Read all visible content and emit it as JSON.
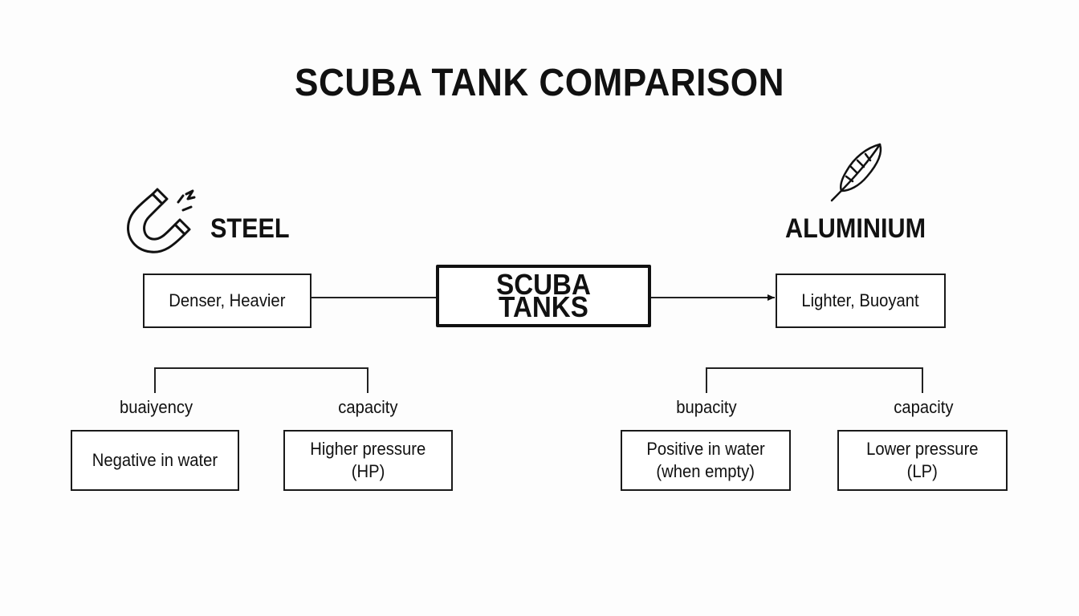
{
  "title": "SCUBA TANK COMPARISON",
  "center": {
    "label": "SCUBA TANKS"
  },
  "steel": {
    "heading": "STEEL",
    "icon": "magnet-icon",
    "summary": "Denser, Heavier",
    "branches": [
      {
        "label": "buaiyency",
        "value": "Negative in water"
      },
      {
        "label": "capacity",
        "value_line1": "Higher pressure",
        "value_line2": "(HP)"
      }
    ]
  },
  "aluminium": {
    "heading": "ALUMINIUM",
    "icon": "feather-icon",
    "summary": "Lighter, Buoyant",
    "branches": [
      {
        "label": "bupacity",
        "value_line1": "Positive in water",
        "value_line2": "(when empty)"
      },
      {
        "label": "capacity",
        "value_line1": "Lower pressure",
        "value_line2": "(LP)"
      }
    ]
  }
}
